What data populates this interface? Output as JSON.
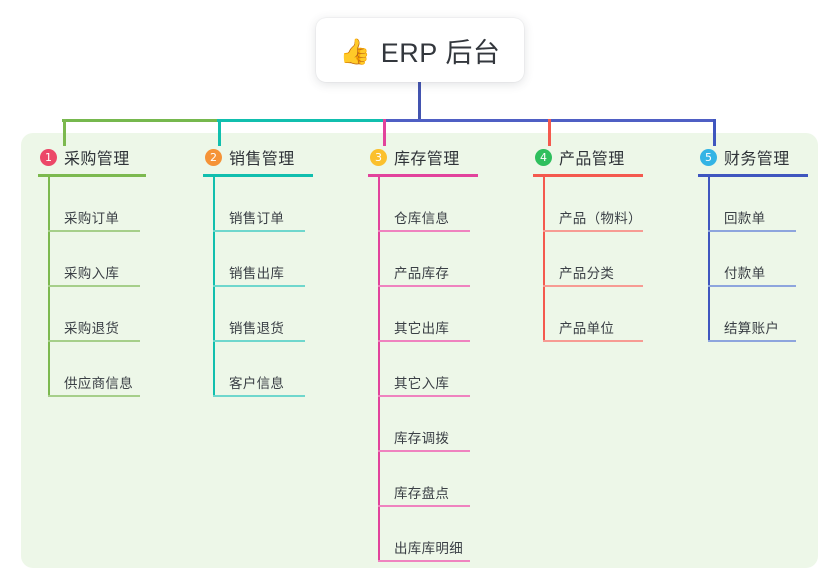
{
  "diagram": {
    "title": {
      "emoji": "👍",
      "emoji_name": "thumbs-up-emoji",
      "text": "ERP 后台"
    },
    "panel_bg": "#edf7e8",
    "connectors": {
      "trunk_color": "#4354b0",
      "segments": [
        {
          "name": "green-segment",
          "color": "#76b84e"
        },
        {
          "name": "teal-segment",
          "color": "#11bfae"
        },
        {
          "name": "blue-segment",
          "color": "#4f5fc4"
        }
      ]
    },
    "columns": [
      {
        "number": "1",
        "title": "采购管理",
        "badge_color": "#ec4868",
        "line_color": "#7cb94f",
        "rule_color": "#a6cf8a",
        "items": [
          "采购订单",
          "采购入库",
          "采购退货",
          "供应商信息"
        ]
      },
      {
        "number": "2",
        "title": "销售管理",
        "badge_color": "#f59337",
        "line_color": "#11bfae",
        "rule_color": "#6fd7cd",
        "items": [
          "销售订单",
          "销售出库",
          "销售退货",
          "客户信息"
        ]
      },
      {
        "number": "3",
        "title": "库存管理",
        "badge_color": "#fbc02d",
        "line_color": "#e2439c",
        "rule_color": "#ef83bf",
        "items": [
          "仓库信息",
          "产品库存",
          "其它出库",
          "其它入库",
          "库存调拨",
          "库存盘点",
          "出库库明细"
        ]
      },
      {
        "number": "4",
        "title": "产品管理",
        "badge_color": "#2fbf5d",
        "line_color": "#f4594e",
        "rule_color": "#f79b93",
        "items": [
          "产品（物料）",
          "产品分类",
          "产品单位"
        ]
      },
      {
        "number": "5",
        "title": "财务管理",
        "badge_color": "#33b4e5",
        "line_color": "#3f56bf",
        "rule_color": "#8ea5dd",
        "items": [
          "回款单",
          "付款单",
          "结算账户"
        ]
      }
    ]
  }
}
